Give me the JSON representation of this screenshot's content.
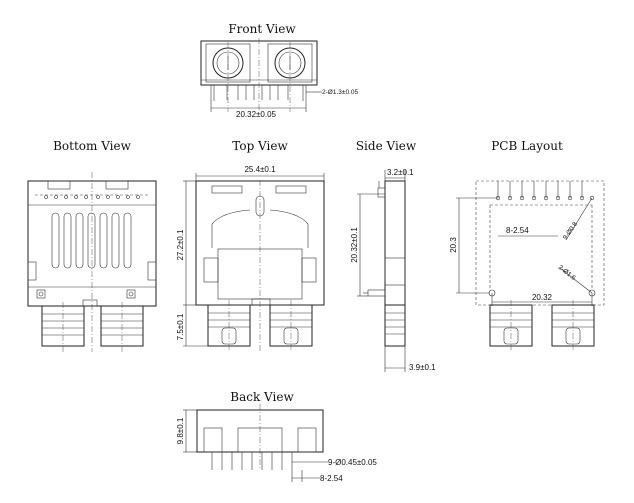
{
  "views": {
    "front": "Front View",
    "bottom": "Bottom View",
    "top": "Top View",
    "side": "Side View",
    "pcb": "PCB Layout",
    "back": "Back View"
  },
  "dimensions": {
    "front_pin_dia": "2-Ø1.3±0.05",
    "front_width": "20.32±0.05",
    "top_width": "25.4±0.1",
    "top_length": "27.2±0.1",
    "top_port": "7.5±0.1",
    "side_top": "3.2±0.1",
    "side_length": "20.32±0.1",
    "side_pin": "3.9±0.1",
    "pcb_pitch": "8-2.54",
    "pcb_hole_small": "9-Ø0.8",
    "pcb_height": "20.3",
    "pcb_hole_large": "2-Ø1.6",
    "pcb_width": "20.32",
    "back_height": "9.8±0.1",
    "back_pin_dia": "9-Ø0.45±0.05",
    "back_pitch": "8-2.54"
  }
}
